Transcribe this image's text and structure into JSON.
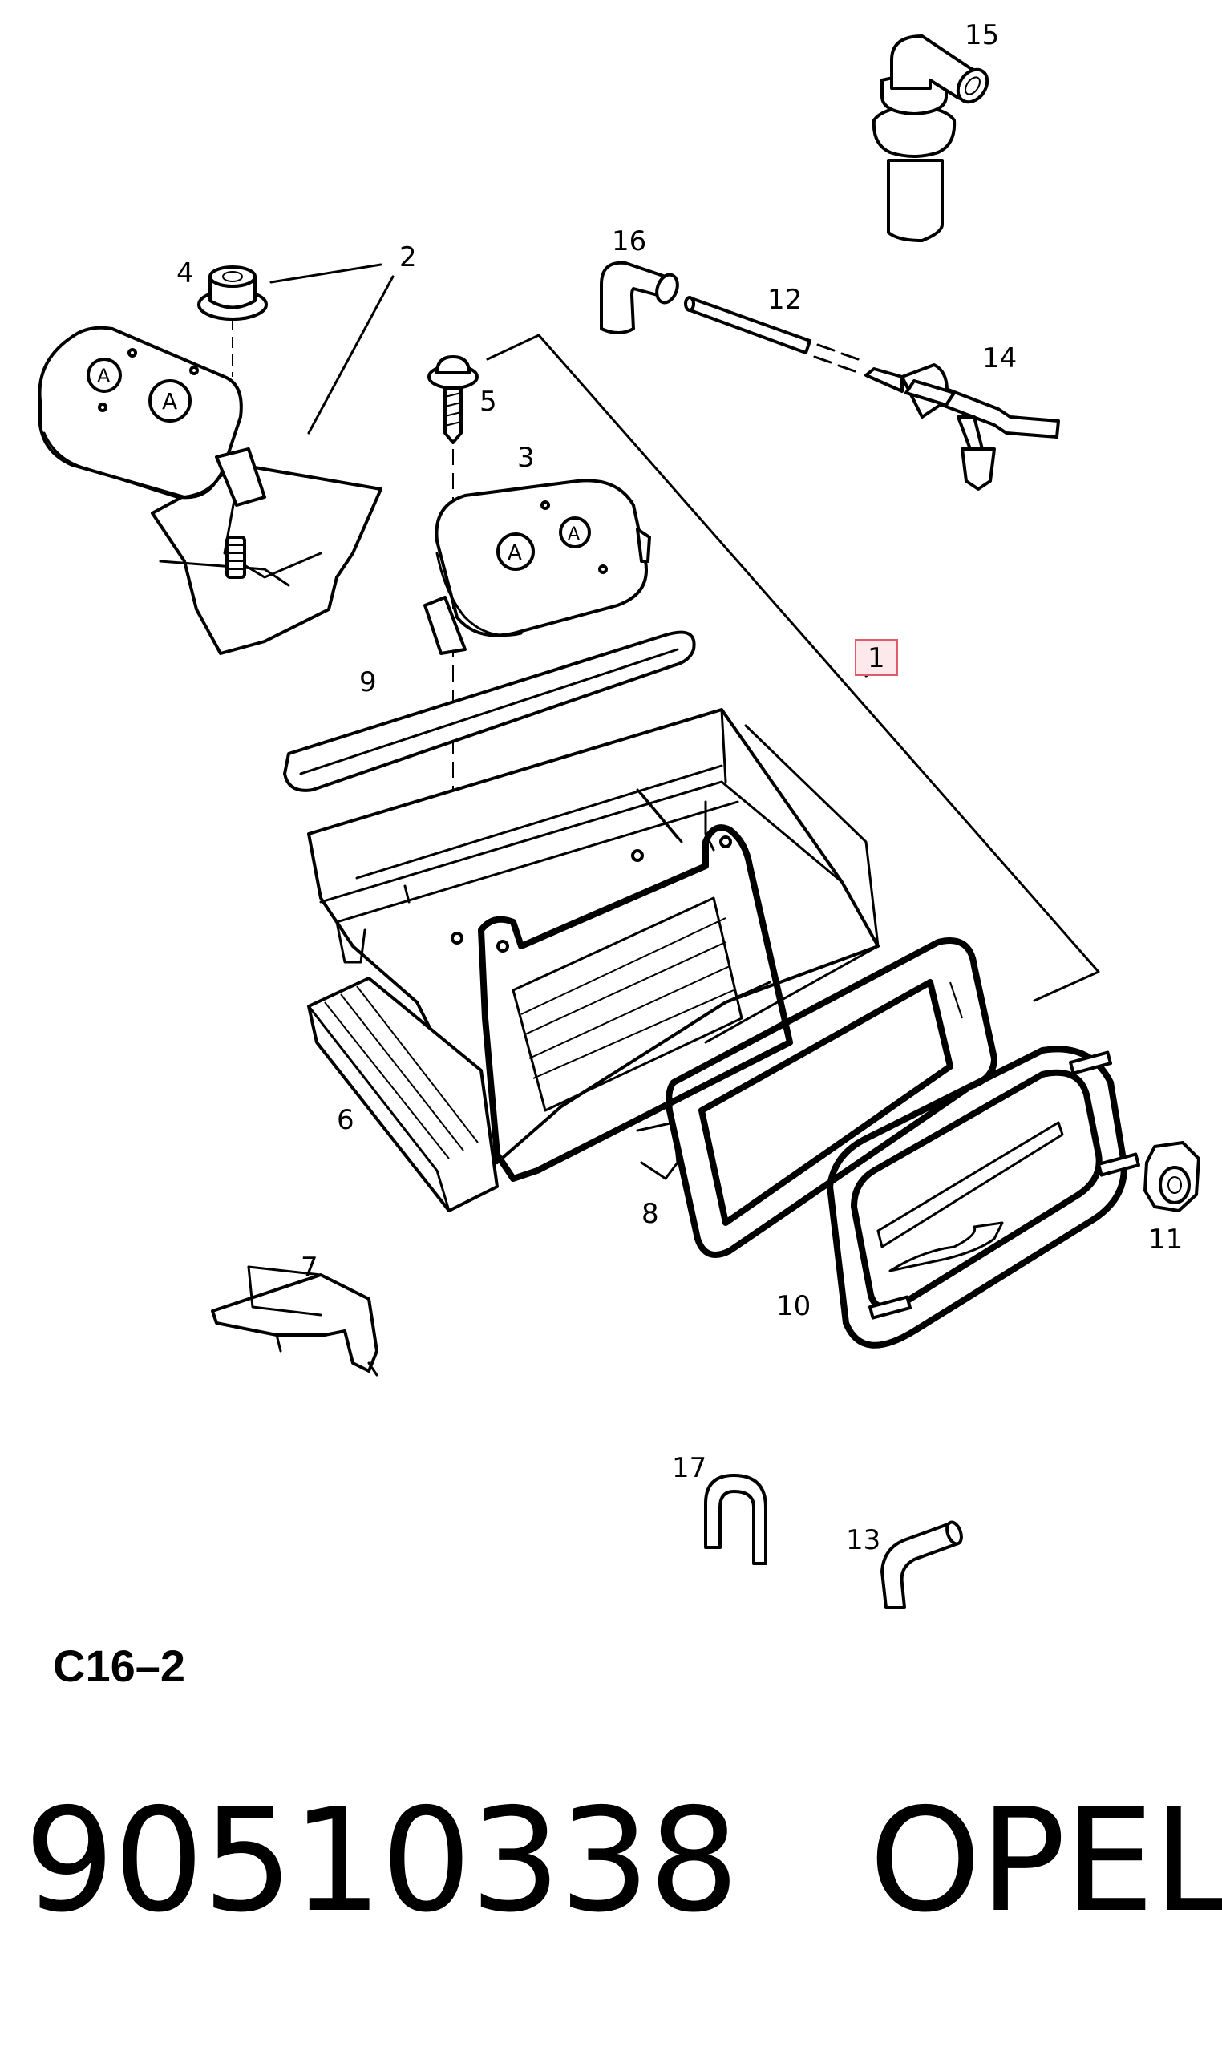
{
  "callouts": {
    "c1": "1",
    "c2": "2",
    "c3": "3",
    "c4": "4",
    "c5": "5",
    "c6": "6",
    "c7": "7",
    "c8": "8",
    "c9": "9",
    "c10": "10",
    "c11": "11",
    "c12": "12",
    "c13": "13",
    "c14": "14",
    "c15": "15",
    "c16": "16",
    "c17": "17"
  },
  "diagram_code": "C16–2",
  "part_number": "90510338",
  "brand": "OPEL",
  "colors": {
    "highlight_box": "#e05a6a",
    "line": "#000000",
    "background": "#ffffff"
  }
}
